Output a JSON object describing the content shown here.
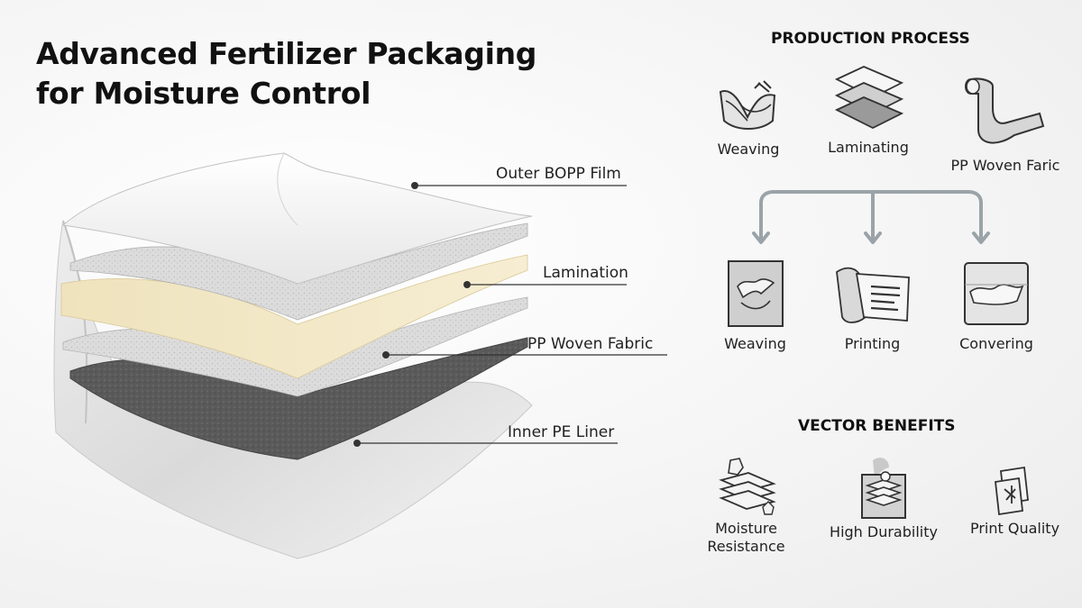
{
  "title": {
    "line1": "Advanced Fertilizer Packaging",
    "line2": "for Moisture Control"
  },
  "layers": [
    {
      "label": "Outer BOPP Film",
      "color": "#f3f3f3"
    },
    {
      "label": "Lamination",
      "color": "#ecdfb4"
    },
    {
      "label": "PP Woven Fabric",
      "color": "#5c5c5c"
    },
    {
      "label": "Inner PE Liner",
      "color": "#e9e9e9"
    }
  ],
  "production_process": {
    "heading": "PRODUCTION PROCESS",
    "top_steps": [
      {
        "label": "Weaving",
        "icon": "weaving-basket-icon"
      },
      {
        "label": "Laminating",
        "icon": "laminating-sheets-icon"
      },
      {
        "label": "PP Woven Faric",
        "icon": "fabric-roll-icon"
      }
    ],
    "bottom_steps": [
      {
        "label": "Weaving",
        "icon": "weaving-fold-icon"
      },
      {
        "label": "Printing",
        "icon": "printing-sheet-icon"
      },
      {
        "label": "Convering",
        "icon": "bag-converting-icon"
      }
    ],
    "arrow_color": "#9aa3a8"
  },
  "vector_benefits": {
    "heading": "VECTOR BENEFITS",
    "items": [
      {
        "line1": "Moisture",
        "line2": "Resistance",
        "icon": "moisture-resistance-icon"
      },
      {
        "line1": "High Durability",
        "line2": "",
        "icon": "high-durability-icon"
      },
      {
        "line1": "Print Quality",
        "line2": "",
        "icon": "print-quality-icon"
      }
    ]
  }
}
